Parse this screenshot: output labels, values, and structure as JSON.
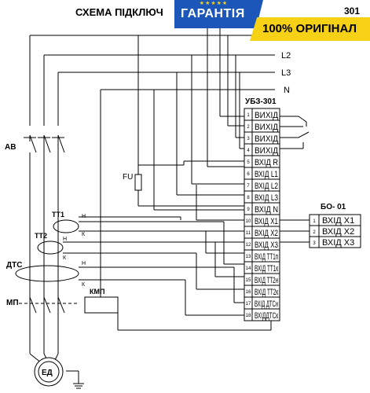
{
  "title": "СХЕМА ПІДКЛЮЧ",
  "title_suffix": "301",
  "badge": {
    "stars": "★★★★★",
    "guarantee": "ГАРАНТІЯ",
    "original": "100% ОРИГІНАЛ",
    "colors": {
      "blue": "#1b56b8",
      "yellow": "#f7d116",
      "text_dark": "#000000"
    }
  },
  "lines": {
    "l2": "L2",
    "l3": "L3",
    "n": "N"
  },
  "ubz": {
    "name": "УБЗ-301",
    "terminals": [
      {
        "num": "1",
        "label": "ВИХІД"
      },
      {
        "num": "2",
        "label": "ВИХІД"
      },
      {
        "num": "3",
        "label": "ВИХІД"
      },
      {
        "num": "4",
        "label": "ВИХІД"
      },
      {
        "num": "5",
        "label": "ВХІД R"
      },
      {
        "num": "6",
        "label": "ВХІД L1"
      },
      {
        "num": "7",
        "label": "ВХІД L2"
      },
      {
        "num": "8",
        "label": "ВХІД L3"
      },
      {
        "num": "9",
        "label": "ВХІД N"
      },
      {
        "num": "10",
        "label": "ВХІД Х1"
      },
      {
        "num": "11",
        "label": "ВХІД Х2"
      },
      {
        "num": "12",
        "label": "ВХІД Х3"
      },
      {
        "num": "13",
        "label": "ВХІД ТТ1п"
      },
      {
        "num": "14",
        "label": "ВХІД ТТ1к"
      },
      {
        "num": "15",
        "label": "ВХІД ТТ2н"
      },
      {
        "num": "16",
        "label": "ВХІД ТТ2к"
      },
      {
        "num": "17",
        "label": "ВХІД ДТСн"
      },
      {
        "num": "18",
        "label": "ВХІДДТСк"
      }
    ]
  },
  "bo": {
    "name": "БО- 01",
    "terminals": [
      {
        "num": "1",
        "label": "ВХІД Х1"
      },
      {
        "num": "2",
        "label": "ВХІД Х2"
      },
      {
        "num": "3",
        "label": "ВХІД Х3"
      }
    ]
  },
  "labels": {
    "av": "АВ",
    "fu": "FU",
    "tt1": "ТТ1",
    "tt2": "ТТ2",
    "dts": "ДТС",
    "mp": "МП",
    "kmp": "КМП",
    "motor": "ЕД",
    "h": "Н",
    "k": "К"
  }
}
